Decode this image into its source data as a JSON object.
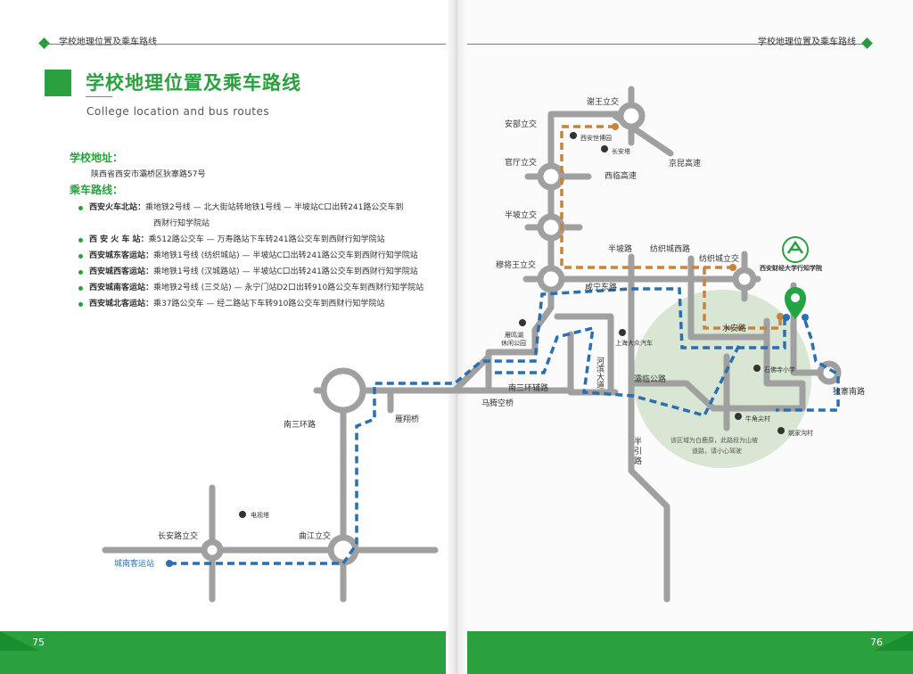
{
  "header": {
    "left_title": "学校地理位置及乘车路线",
    "right_title": "学校地理位置及乘车路线"
  },
  "heading": {
    "title": "学校地理位置及乘车路线",
    "subtitle": "College location and bus routes"
  },
  "address": {
    "label": "学校地址：",
    "value": "陕西省西安市灞桥区狄寨路57号"
  },
  "routes": {
    "label": "乘车路线：",
    "items": [
      {
        "name": "西安火车北站：",
        "text": "乘地铁2号线 — 北大街站转地铁1号线 — 半坡站C口出转241路公交车到",
        "cont": "西财行知学院站"
      },
      {
        "name": "西 安 火 车 站：",
        "text": "乘512路公交车 — 万寿路站下车转241路公交车到西财行知学院站",
        "cont": ""
      },
      {
        "name": "西安城东客运站：",
        "text": "乘地铁1号线 (纺织城站) — 半坡站C口出转241路公交车到西财行知学院站",
        "cont": ""
      },
      {
        "name": "西安城西客运站：",
        "text": "乘地铁1号线 (汉城路站) — 半坡站C口出转241路公交车到西财行知学院站",
        "cont": ""
      },
      {
        "name": "西安城南客运站：",
        "text": "乘地铁2号线 (三爻站) — 永宁门站D2口出转910路公交车到西财行知学院站",
        "cont": ""
      },
      {
        "name": "西安城北客运站：",
        "text": "乘37路公交车 — 经二路站下车转910路公交车到西财行知学院站",
        "cont": ""
      }
    ]
  },
  "map": {
    "labels": {
      "xiewang": "谢王立交",
      "anbu": "安部立交",
      "xian_shibo": "西安世博园",
      "changan_ta": "长安塔",
      "guanting": "官厅立交",
      "jingkun": "京昆高速",
      "xilin": "西临高速",
      "banpo_jiao": "半坡立交",
      "banpo_lu": "半坡路",
      "fangzhi_xilu": "纺织城西路",
      "fangzhi_jiao": "纺织城立交",
      "mujiang": "穆将王立交",
      "xianning_dong": "咸宁东路",
      "shuian": "水安路",
      "yanming_1": "雁鸣湖",
      "yanming_2": "休闲公园",
      "shanghai": "上海大众汽车",
      "hebin": "河滨大道",
      "balin": "灞临公路",
      "shijiasi": "石佛寺小学",
      "nansanhuan_fu": "南三环辅路",
      "matengkong": "马腾空桥",
      "dizhai": "狄寨南路",
      "niujiao": "牛角尖村",
      "yaojia": "姚家沟村",
      "nansanhuan": "南三环路",
      "yanxiang": "雁翔桥",
      "banyin_1": "半",
      "banyin_2": "引",
      "banyin_3": "路",
      "note_1": "该区域为白鹿原，此路段为山坡",
      "note_2": "道路，请小心驾驶",
      "dianshita": "电视塔",
      "changan_jiao": "长安路立交",
      "qujiang": "曲江立交",
      "chengnan": "城南客运站"
    },
    "logo_text": "西安财经大学行知学院",
    "colors": {
      "road": "#a0a0a0",
      "blue_route": "#2a6fae",
      "orange_route": "#c8843a",
      "area": "#d8e6d3",
      "pin": "#23a544"
    }
  },
  "footer": {
    "left_page": "75",
    "right_page": "76"
  }
}
